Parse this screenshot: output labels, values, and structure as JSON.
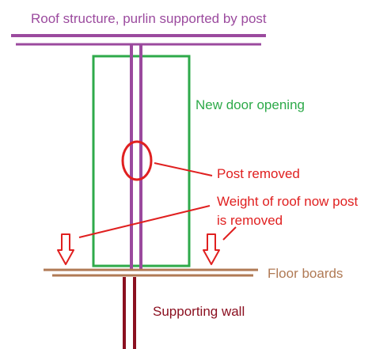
{
  "labels": {
    "roof": "Roof structure, purlin supported by post",
    "door": "New door opening",
    "post_removed": "Post removed",
    "weight_line1": "Weight of roof  now post",
    "weight_line2": "is removed",
    "floor": "Floor boards",
    "wall": "Supporting wall"
  },
  "colors": {
    "roof": "#9b4a9e",
    "door": "#2eaa4a",
    "red": "#e02020",
    "floor": "#b07a55",
    "wall": "#8b1020"
  }
}
